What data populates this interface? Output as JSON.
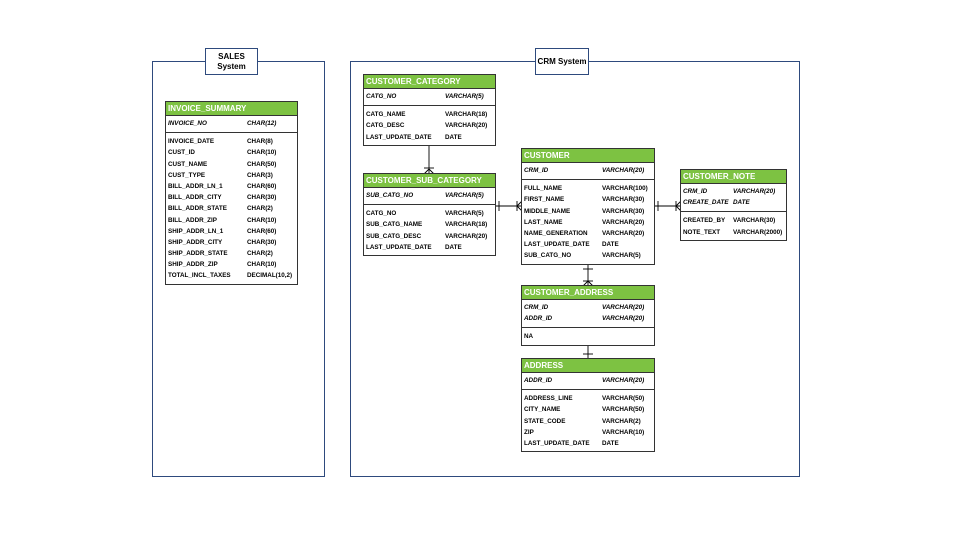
{
  "systems": {
    "sales": {
      "label": "SALES\nSystem"
    },
    "crm": {
      "label": "CRM System"
    }
  },
  "entities": {
    "invoice_summary": {
      "title": "INVOICE_SUMMARY",
      "pk": [
        {
          "name": "INVOICE_NO",
          "type": "CHAR(12)"
        }
      ],
      "attrs": [
        {
          "name": "INVOICE_DATE",
          "type": "CHAR(8)"
        },
        {
          "name": "CUST_ID",
          "type": "CHAR(10)"
        },
        {
          "name": "CUST_NAME",
          "type": "CHAR(50)"
        },
        {
          "name": "CUST_TYPE",
          "type": "CHAR(3)"
        },
        {
          "name": "BILL_ADDR_LN_1",
          "type": "CHAR(60)"
        },
        {
          "name": "BILL_ADDR_CITY",
          "type": "CHAR(30)"
        },
        {
          "name": "BILL_ADDR_STATE",
          "type": "CHAR(2)"
        },
        {
          "name": "BILL_ADDR_ZIP",
          "type": "CHAR(10)"
        },
        {
          "name": "SHIP_ADDR_LN_1",
          "type": "CHAR(60)"
        },
        {
          "name": "SHIP_ADDR_CITY",
          "type": "CHAR(30)"
        },
        {
          "name": "SHIP_ADDR_STATE",
          "type": "CHAR(2)"
        },
        {
          "name": "SHIP_ADDR_ZIP",
          "type": "CHAR(10)"
        },
        {
          "name": "TOTAL_INCL_TAXES",
          "type": "DECIMAL(10,2)"
        }
      ]
    },
    "customer_category": {
      "title": "CUSTOMER_CATEGORY",
      "pk": [
        {
          "name": "CATG_NO",
          "type": "VARCHAR(5)"
        }
      ],
      "attrs": [
        {
          "name": "CATG_NAME",
          "type": "VARCHAR(18)"
        },
        {
          "name": "CATG_DESC",
          "type": "VARCHAR(20)"
        },
        {
          "name": "LAST_UPDATE_DATE",
          "type": "DATE"
        }
      ]
    },
    "customer_sub_category": {
      "title": "CUSTOMER_SUB_CATEGORY",
      "pk": [
        {
          "name": "SUB_CATG_NO",
          "type": "VARCHAR(5)"
        }
      ],
      "attrs": [
        {
          "name": "CATG_NO",
          "type": "VARCHAR(5)"
        },
        {
          "name": "SUB_CATG_NAME",
          "type": "VARCHAR(18)"
        },
        {
          "name": "SUB_CATG_DESC",
          "type": "VARCHAR(20)"
        },
        {
          "name": "LAST_UPDATE_DATE",
          "type": "DATE"
        }
      ]
    },
    "customer": {
      "title": "CUSTOMER",
      "pk": [
        {
          "name": "CRM_ID",
          "type": "VARCHAR(20)"
        }
      ],
      "attrs": [
        {
          "name": "FULL_NAME",
          "type": "VARCHAR(100)"
        },
        {
          "name": "FIRST_NAME",
          "type": "VARCHAR(30)"
        },
        {
          "name": "MIDDLE_NAME",
          "type": "VARCHAR(30)"
        },
        {
          "name": "LAST_NAME",
          "type": "VARCHAR(20)"
        },
        {
          "name": "NAME_GENERATION",
          "type": "VARCHAR(20)"
        },
        {
          "name": "LAST_UPDATE_DATE",
          "type": "DATE"
        },
        {
          "name": "SUB_CATG_NO",
          "type": "VARCHAR(5)"
        }
      ]
    },
    "customer_note": {
      "title": "CUSTOMER_NOTE",
      "pk": [
        {
          "name": "CRM_ID",
          "type": "VARCHAR(20)"
        },
        {
          "name": "CREATE_DATE",
          "type": "DATE"
        }
      ],
      "attrs": [
        {
          "name": "CREATED_BY",
          "type": "VARCHAR(30)"
        },
        {
          "name": "NOTE_TEXT",
          "type": "VARCHAR(2000)"
        }
      ]
    },
    "customer_address": {
      "title": "CUSTOMER_ADDRESS",
      "pk": [
        {
          "name": "CRM_ID",
          "type": "VARCHAR(20)"
        },
        {
          "name": "ADDR_ID",
          "type": "VARCHAR(20)"
        }
      ],
      "attrs": [
        {
          "name": "NA",
          "type": ""
        }
      ]
    },
    "address": {
      "title": "ADDRESS",
      "pk": [
        {
          "name": "ADDR_ID",
          "type": "VARCHAR(20)"
        }
      ],
      "attrs": [
        {
          "name": "ADDRESS_LINE",
          "type": "VARCHAR(50)"
        },
        {
          "name": "CITY_NAME",
          "type": "VARCHAR(50)"
        },
        {
          "name": "STATE_CODE",
          "type": "VARCHAR(2)"
        },
        {
          "name": "ZIP",
          "type": "VARCHAR(10)"
        },
        {
          "name": "LAST_UPDATE_DATE",
          "type": "DATE"
        }
      ]
    }
  }
}
